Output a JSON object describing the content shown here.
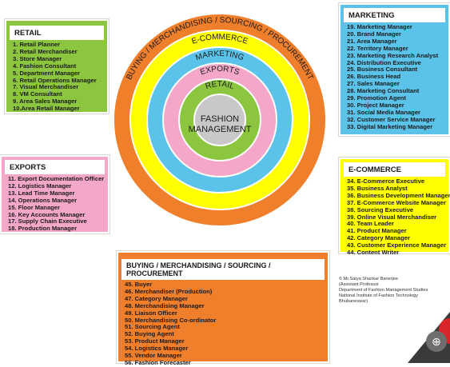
{
  "diagram": {
    "rings": [
      {
        "label": "BUYING / MERCHANDISING / SOURCING / PROCUREMENT",
        "color": "#f07f2c"
      },
      {
        "label": "E-COMMERCE",
        "color": "#ffff00"
      },
      {
        "label": "MARKETING",
        "color": "#5bc3ea"
      },
      {
        "label": "EXPORTS",
        "color": "#f4a7c8"
      },
      {
        "label": "RETAIL",
        "color": "#8cc63f"
      }
    ],
    "center": {
      "line1": "FASHION",
      "line2": "MANAGEMENT",
      "color": "#c8c8c8"
    }
  },
  "retail": {
    "title": "RETAIL",
    "items": [
      "1. Retail Planner",
      "2. Retail Merchandiser",
      "3. Store Manager",
      "4. Fashion Consultant",
      "5. Department Manager",
      "6. Retail Operations Manager",
      "7. Visual Merchandiser",
      "8. VM Consultant",
      "9. Area Sales Manager",
      "10.Area Retail Manager"
    ]
  },
  "exports": {
    "title": "EXPORTS",
    "items": [
      "11. Export Documentation Officer",
      "12. Logistics Manager",
      "13. Lead Time Manager",
      "14. Operations Manager",
      "15. Floor Manager",
      "16. Key Accounts Manager",
      "17. Supply Chain Executive",
      "18. Production Manager"
    ]
  },
  "marketing": {
    "title": "MARKETING",
    "items": [
      "19. Marketing Manager",
      "20. Brand Manager",
      "21. Area Manager",
      "22. Territory Manager",
      "23. Marketing Research Analyst",
      "24. Distribution Executive",
      "25. Business Consultant",
      "26. Business Head",
      "27. Sales Manager",
      "28. Marketing Consultant",
      "29. Promotion Agent",
      "30. Project Manager",
      "31. Social Media Manager",
      "32. Customer Service Manager",
      "33. Digital Marketing Manager"
    ]
  },
  "ecommerce": {
    "title": "E-COMMERCE",
    "items": [
      "34. E-Commerce Executive",
      "35. Business Analyst",
      "36. Business Development Manager",
      "37. E-Commerce Website Manager",
      "38. Sourcing Executive",
      "39. Online Visual Merchandiser",
      "40. Team Leader",
      "41. Product Manager",
      "42. Category Manager",
      "43. Customer Experience Manager",
      "44. Content Writer"
    ]
  },
  "buying": {
    "title": "BUYING / MERCHANDISING / SOURCING / PROCUREMENT",
    "items": [
      "45. Buyer",
      "46. Merchandiser (Production)",
      "47. Category Manager",
      "48. Merchandising Manager",
      "49. Liaison Officer",
      "50. Merchandising Co-ordinator",
      "51. Sourcing Agent",
      "52. Buying Agent",
      "53. Product Manager",
      "54. Logistics Manager",
      "55. Vendor Manager",
      "56. Fashion Forecaster"
    ]
  },
  "credit": {
    "lines": [
      "© Mr.Satya Shankar Banerjee",
      "(Assistant Professor",
      "Department of Fashion Management Studies",
      "National Institute of Fashion Technology",
      "Bhubaneswar)"
    ]
  },
  "icons": {
    "zoom": "zoom-in-icon"
  }
}
